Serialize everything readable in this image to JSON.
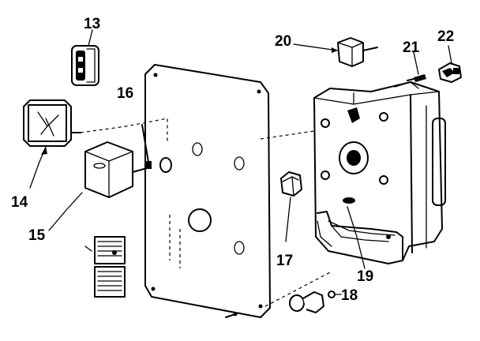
{
  "callouts": {
    "c13": "13",
    "c14": "14",
    "c15": "15",
    "c16": "16",
    "c17": "17",
    "c18": "18",
    "c19": "19",
    "c20": "20",
    "c21": "21",
    "c22": "22"
  }
}
